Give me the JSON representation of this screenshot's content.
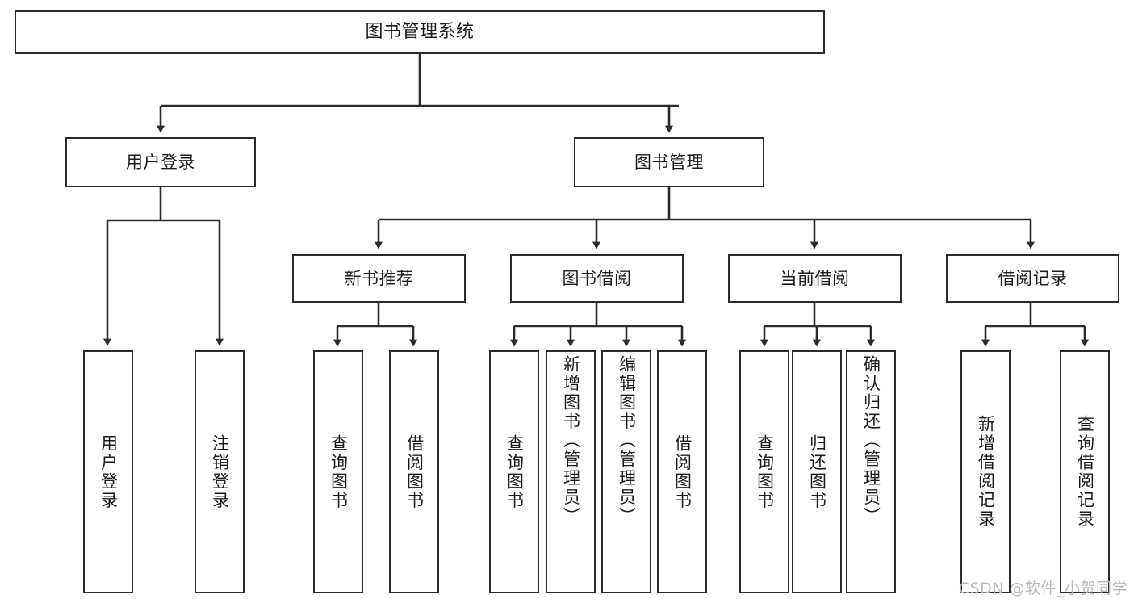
{
  "diagram": {
    "title": "图书管理系统",
    "type": "tree-hierarchy-diagram",
    "watermark": "CSDN @软件_小贺同学",
    "colors": {
      "box_border": "#2b2b2b",
      "box_fill": "#ffffff",
      "edge": "#2b2b2b",
      "text": "#1c1c1c",
      "watermark": "#b9b9b9",
      "background": "#ffffff"
    },
    "nodes": {
      "root": {
        "label": "图书管理系统"
      },
      "level2": [
        {
          "id": "user-login",
          "label": "用户登录"
        },
        {
          "id": "book-management",
          "label": "图书管理"
        }
      ],
      "level3": [
        {
          "id": "new-book-recommend",
          "label": "新书推荐"
        },
        {
          "id": "book-borrow",
          "label": "图书借阅"
        },
        {
          "id": "current-borrow",
          "label": "当前借阅"
        },
        {
          "id": "borrow-record",
          "label": "借阅记录"
        }
      ],
      "leaves": {
        "user_login": [
          {
            "id": "leaf-user-login",
            "label": "用户登录"
          },
          {
            "id": "leaf-logout-login",
            "label": "注销登录"
          }
        ],
        "new_book_recommend": [
          {
            "id": "leaf-query-book-1",
            "label": "查询图书"
          },
          {
            "id": "leaf-borrow-book-1",
            "label": "借阅图书"
          }
        ],
        "book_borrow": [
          {
            "id": "leaf-query-book-2",
            "label": "查询图书"
          },
          {
            "id": "leaf-add-book-admin",
            "label": "新增图书（管理员）"
          },
          {
            "id": "leaf-edit-book-admin",
            "label": "编辑图书（管理员）"
          },
          {
            "id": "leaf-borrow-book-2",
            "label": "借阅图书"
          }
        ],
        "current_borrow": [
          {
            "id": "leaf-query-book-3",
            "label": "查询图书"
          },
          {
            "id": "leaf-return-book",
            "label": "归还图书"
          },
          {
            "id": "leaf-confirm-return-admin",
            "label": "确认归还（管理员）"
          }
        ],
        "borrow_record": [
          {
            "id": "leaf-add-borrow-record",
            "label": "新增借阅记录"
          },
          {
            "id": "leaf-query-borrow-record",
            "label": "查询借阅记录"
          }
        ]
      }
    }
  }
}
